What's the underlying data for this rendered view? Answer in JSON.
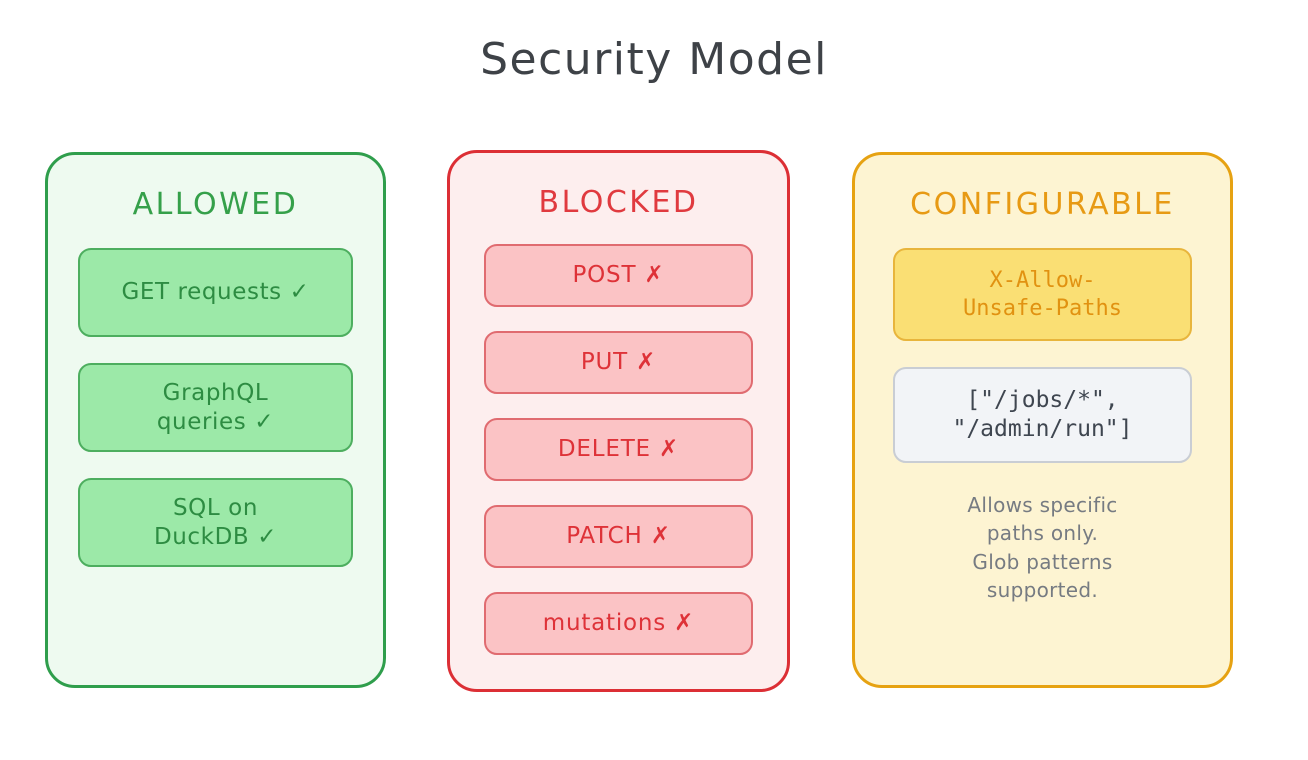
{
  "title": "Security Model",
  "colors": {
    "allowed_border": "#2f9e4c",
    "allowed_panel_bg": "#eefaf0",
    "allowed_chip_bg": "#9ce9a8",
    "allowed_text": "#2d8c42",
    "blocked_border": "#dc2f35",
    "blocked_panel_bg": "#fdeeee",
    "blocked_chip_bg": "#fbc3c5",
    "blocked_text": "#de3238",
    "configurable_border": "#e6a212",
    "configurable_panel_bg": "#fdf4d2",
    "configurable_chip_bg": "#fadf74",
    "configurable_text": "#e19211",
    "code_bg": "#f2f4f7",
    "code_text": "#3f4650",
    "note_text": "#767b82",
    "title_text": "#3e4247"
  },
  "columns": {
    "allowed": {
      "heading": "ALLOWED",
      "items": [
        {
          "line1": "GET requests ✓",
          "line2": ""
        },
        {
          "line1": "GraphQL",
          "line2": "queries ✓"
        },
        {
          "line1": "SQL on",
          "line2": "DuckDB ✓"
        }
      ]
    },
    "blocked": {
      "heading": "BLOCKED",
      "items": [
        {
          "line1": "POST ✗"
        },
        {
          "line1": "PUT ✗"
        },
        {
          "line1": "DELETE ✗"
        },
        {
          "line1": "PATCH ✗"
        },
        {
          "line1": "mutations ✗"
        }
      ]
    },
    "configurable": {
      "heading": "CONFIGURABLE",
      "header_chip": {
        "line1": "X-Allow-",
        "line2": "Unsafe-Paths"
      },
      "code_block": {
        "line1": "[\"/jobs/*\",",
        "line2": "\"/admin/run\"]"
      },
      "note": {
        "line1": "Allows specific",
        "line2": "paths only.",
        "line3": "Glob patterns",
        "line4": "supported."
      }
    }
  }
}
